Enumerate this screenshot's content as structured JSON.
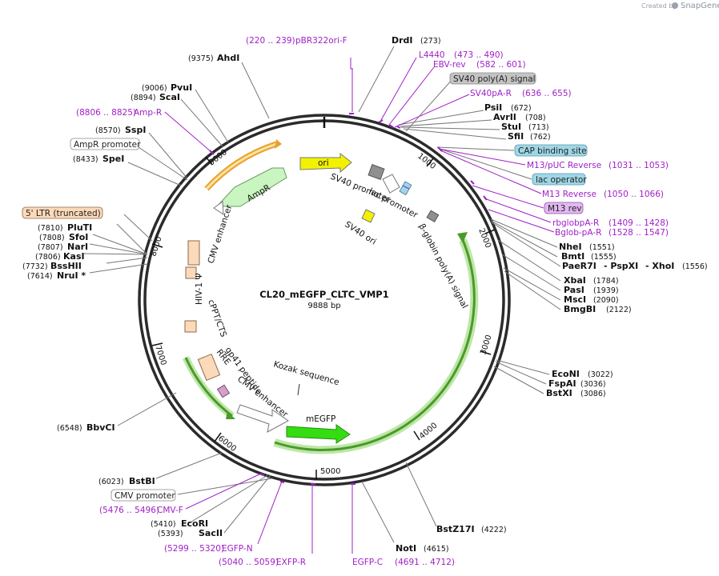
{
  "branding": {
    "created_by": "Created by",
    "brand": "SnapGene"
  },
  "plasmid": {
    "name": "CL20_mEGFP_CLTC_VMP1",
    "length": "9888 bp"
  },
  "colors": {
    "primer": "#a020c8",
    "backbone": "#2b2b2b",
    "orange_feature": "#f5a623",
    "green_feature": "#55cc00",
    "light_green_feature": "#c8f5c0",
    "yellow_feature": "#f2f200",
    "gray_feature": "#8f8f8f",
    "ltr_fill": "#fcd9b9",
    "capsule_cyan": "#9ed7e7",
    "capsule_gray": "#c4c4c4",
    "capsule_violet": "#e2b8f0"
  },
  "sites": [
    {
      "name": "DrdI",
      "pos": "(273)"
    },
    {
      "name": "PsiI",
      "pos": "(672)"
    },
    {
      "name": "AvrII",
      "pos": "(708)"
    },
    {
      "name": "StuI",
      "pos": "(713)"
    },
    {
      "name": "SfiI",
      "pos": "(762)"
    },
    {
      "name": "NheI",
      "pos": "(1551)"
    },
    {
      "name": "BmtI",
      "pos": "(1555)"
    },
    {
      "name": "PaeR7I",
      "pos": "- PspXI",
      "extra": "- XhoI",
      "extra_pos": "(1556)"
    },
    {
      "name": "XbaI",
      "pos": "(1784)"
    },
    {
      "name": "PasI",
      "pos": "(1939)"
    },
    {
      "name": "MscI",
      "pos": "(2090)"
    },
    {
      "name": "BmgBI",
      "pos": "(2122)"
    },
    {
      "name": "EcoNI",
      "pos": "(3022)"
    },
    {
      "name": "FspAI",
      "pos": "(3036)"
    },
    {
      "name": "BstXI",
      "pos": "(3086)"
    },
    {
      "name": "BstZ17I",
      "pos": "(4222)"
    },
    {
      "name": "NotI",
      "pos": "(4615)"
    },
    {
      "name": "SacII",
      "pos": "(5393)"
    },
    {
      "name": "EcoRI",
      "pos": "(5410)"
    },
    {
      "name": "BstBI",
      "pos": "(6023)"
    },
    {
      "name": "BbvCI",
      "pos": "(6548)"
    },
    {
      "name": "NruI *",
      "pos": "(7614)"
    },
    {
      "name": "BssHII",
      "pos": "(7732)"
    },
    {
      "name": "KasI",
      "pos": "(7806)"
    },
    {
      "name": "NarI",
      "pos": "(7807)"
    },
    {
      "name": "SfoI",
      "pos": "(7808)"
    },
    {
      "name": "PluTI",
      "pos": "(7810)"
    },
    {
      "name": "SpeI",
      "pos": "(8433)"
    },
    {
      "name": "SspI",
      "pos": "(8570)"
    },
    {
      "name": "ScaI",
      "pos": "(8894)"
    },
    {
      "name": "PvuI",
      "pos": "(9006)"
    },
    {
      "name": "AhdI",
      "pos": "(9375)"
    }
  ],
  "primers": [
    {
      "name": "pBR322ori-F",
      "range": "(220 .. 239)"
    },
    {
      "name": "L4440",
      "range": "(473 .. 490)"
    },
    {
      "name": "EBV-rev",
      "range": "(582 .. 601)"
    },
    {
      "name": "SV40pA-R",
      "range": "(636 .. 655)"
    },
    {
      "name": "M13/pUC Reverse",
      "range": "(1031 .. 1053)"
    },
    {
      "name": "M13 Reverse",
      "range": "(1050 .. 1066)"
    },
    {
      "name": "rbglobpA-R",
      "range": "(1409 .. 1428)"
    },
    {
      "name": "Bglob-pA-R",
      "range": "(1528 .. 1547)"
    },
    {
      "name": "EGFP-C",
      "range": "(4691 .. 4712)"
    },
    {
      "name": "EXFP-R",
      "range": "(5040 .. 5059)"
    },
    {
      "name": "EGFP-N",
      "range": "(5299 .. 5320)"
    },
    {
      "name": "CMV-F",
      "range": "(5476 .. 5496)"
    },
    {
      "name": "Amp-R",
      "range": "(8806 .. 8825)"
    }
  ],
  "capsules": [
    {
      "name": "SV40 poly(A) signal"
    },
    {
      "name": "CAP binding site"
    },
    {
      "name": "lac operator"
    },
    {
      "name": "M13 rev"
    },
    {
      "name": "CMV promoter"
    },
    {
      "name": "AmpR promoter"
    },
    {
      "name": "5' LTR (truncated)"
    }
  ],
  "inner_features": [
    {
      "name": "ori"
    },
    {
      "name": "SV40 promoter"
    },
    {
      "name": "lac promoter"
    },
    {
      "name": "SV40 ori"
    },
    {
      "name": "β-globin poly(A) signal"
    },
    {
      "name": "AmpR"
    },
    {
      "name": "CMV enhancer"
    },
    {
      "name": "HIV-1 Ψ"
    },
    {
      "name": "cPPT/CTS"
    },
    {
      "name": "RRE"
    },
    {
      "name": "gp41 peptide"
    },
    {
      "name": "CMV enhancer"
    },
    {
      "name": "Kozak sequence"
    },
    {
      "name": "mEGFP"
    }
  ],
  "ticks": [
    "1000",
    "2000",
    "3000",
    "4000",
    "5000",
    "6000",
    "7000",
    "8000",
    "9000"
  ]
}
